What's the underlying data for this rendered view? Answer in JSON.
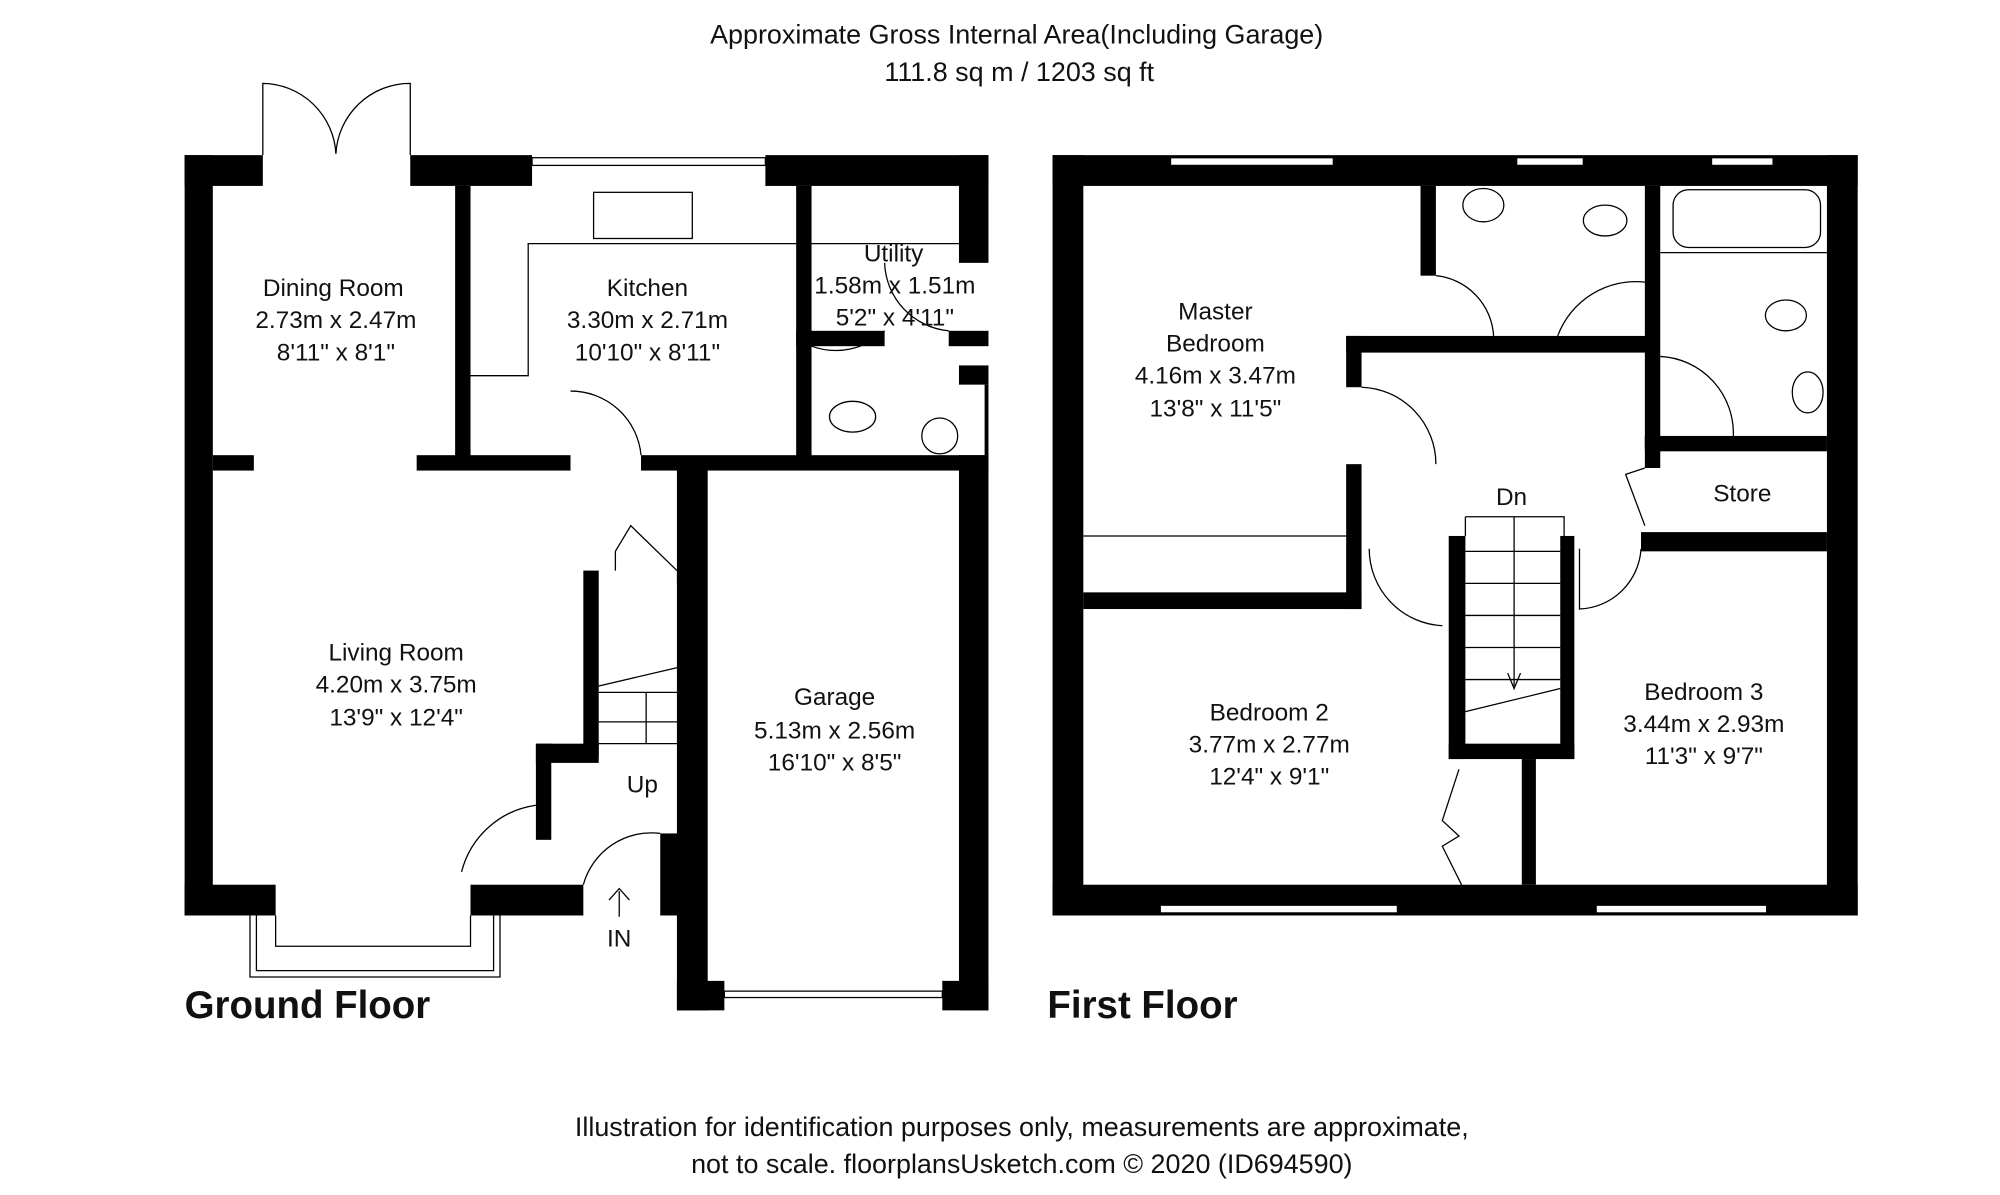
{
  "header": {
    "title": "Approximate Gross Internal Area(Including Garage)",
    "area": "111.8 sq m / 1203 sq ft"
  },
  "ground_floor": {
    "title": "Ground Floor",
    "rooms": [
      {
        "name": "Dining Room",
        "metric": "2.73m x 2.47m",
        "imperial": "8'11\" x 8'1\""
      },
      {
        "name": "Kitchen",
        "metric": "3.30m x 2.71m",
        "imperial": "10'10\" x 8'11\""
      },
      {
        "name": "Utility",
        "metric": "1.58m x 1.51m",
        "imperial": "5'2\" x 4'11\""
      },
      {
        "name": "Living Room",
        "metric": "4.20m x 3.75m",
        "imperial": "13'9\" x 12'4\""
      },
      {
        "name": "Garage",
        "metric": "5.13m x 2.56m",
        "imperial": "16'10\" x 8'5\""
      }
    ],
    "stairs_label": "Up",
    "entrance_label": "IN"
  },
  "first_floor": {
    "title": "First Floor",
    "rooms": [
      {
        "name": "Master",
        "name2": "Bedroom",
        "metric": "4.16m x 3.47m",
        "imperial": "13'8\" x 11'5\""
      },
      {
        "name": "Bedroom 2",
        "metric": "3.77m x 2.77m",
        "imperial": "12'4\" x 9'1\""
      },
      {
        "name": "Bedroom 3",
        "metric": "3.44m x 2.93m",
        "imperial": "11'3\" x 9'7\""
      },
      {
        "name": "Store"
      }
    ],
    "stairs_label": "Dn"
  },
  "footer": {
    "line1": "Illustration for identification purposes only, measurements are approximate,",
    "line2": "not to scale. floorplansUsketch.com © 2020 (ID694590)"
  }
}
